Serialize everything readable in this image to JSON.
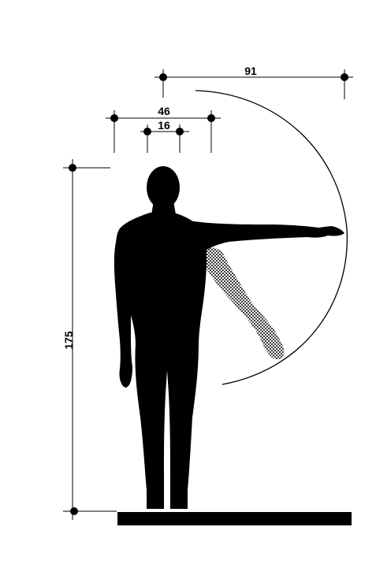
{
  "dimensions": {
    "arm_reach": "91",
    "shoulder_width": "46",
    "head_width": "16",
    "stature": "175"
  },
  "colors": {
    "figure": "#000000",
    "background": "#ffffff",
    "hatch": "#000000"
  }
}
